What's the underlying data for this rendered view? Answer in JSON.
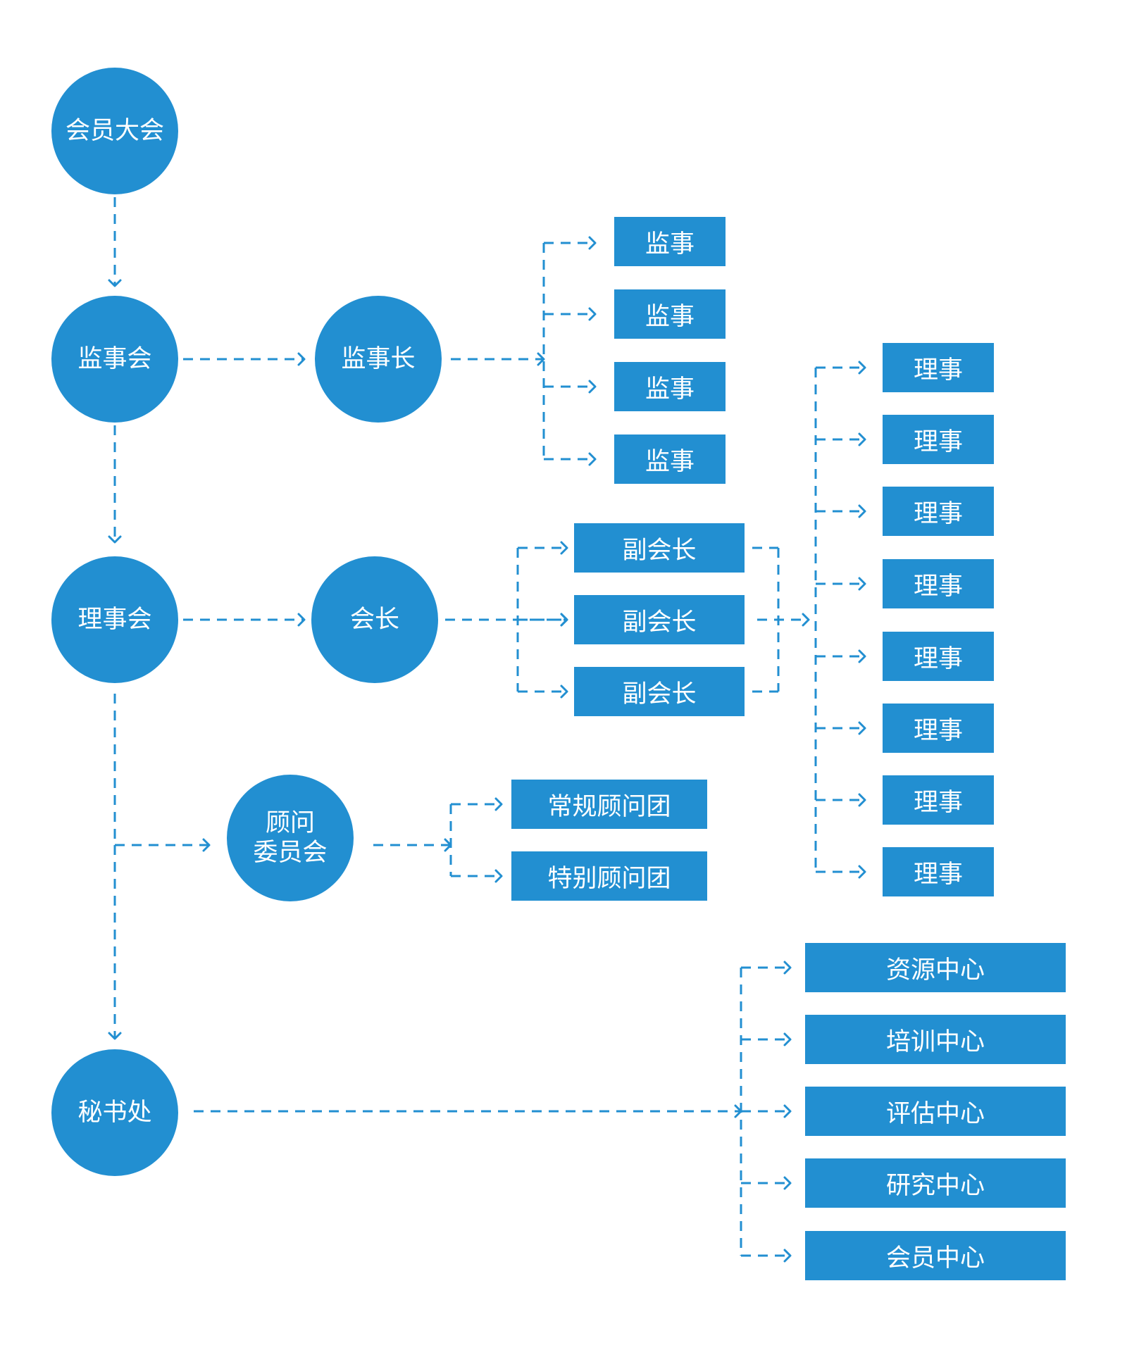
{
  "colors": {
    "node": "#228fd1",
    "line": "#228fd1",
    "background": "#ffffff"
  },
  "nodes": {
    "general_assembly": "会员大会",
    "supervisory_board": "监事会",
    "chief_supervisor": "监事长",
    "supervisors": [
      "监事",
      "监事",
      "监事",
      "监事"
    ],
    "council": "理事会",
    "president": "会长",
    "vice_presidents": [
      "副会长",
      "副会长",
      "副会长"
    ],
    "directors": [
      "理事",
      "理事",
      "理事",
      "理事",
      "理事",
      "理事",
      "理事",
      "理事"
    ],
    "advisory_committee": {
      "line1": "顾问",
      "line2": "委员会"
    },
    "advisory_groups": [
      "常规顾问团",
      "特别顾问团"
    ],
    "secretariat": "秘书处",
    "centers": [
      "资源中心",
      "培训中心",
      "评估中心",
      "研究中心",
      "会员中心"
    ]
  }
}
